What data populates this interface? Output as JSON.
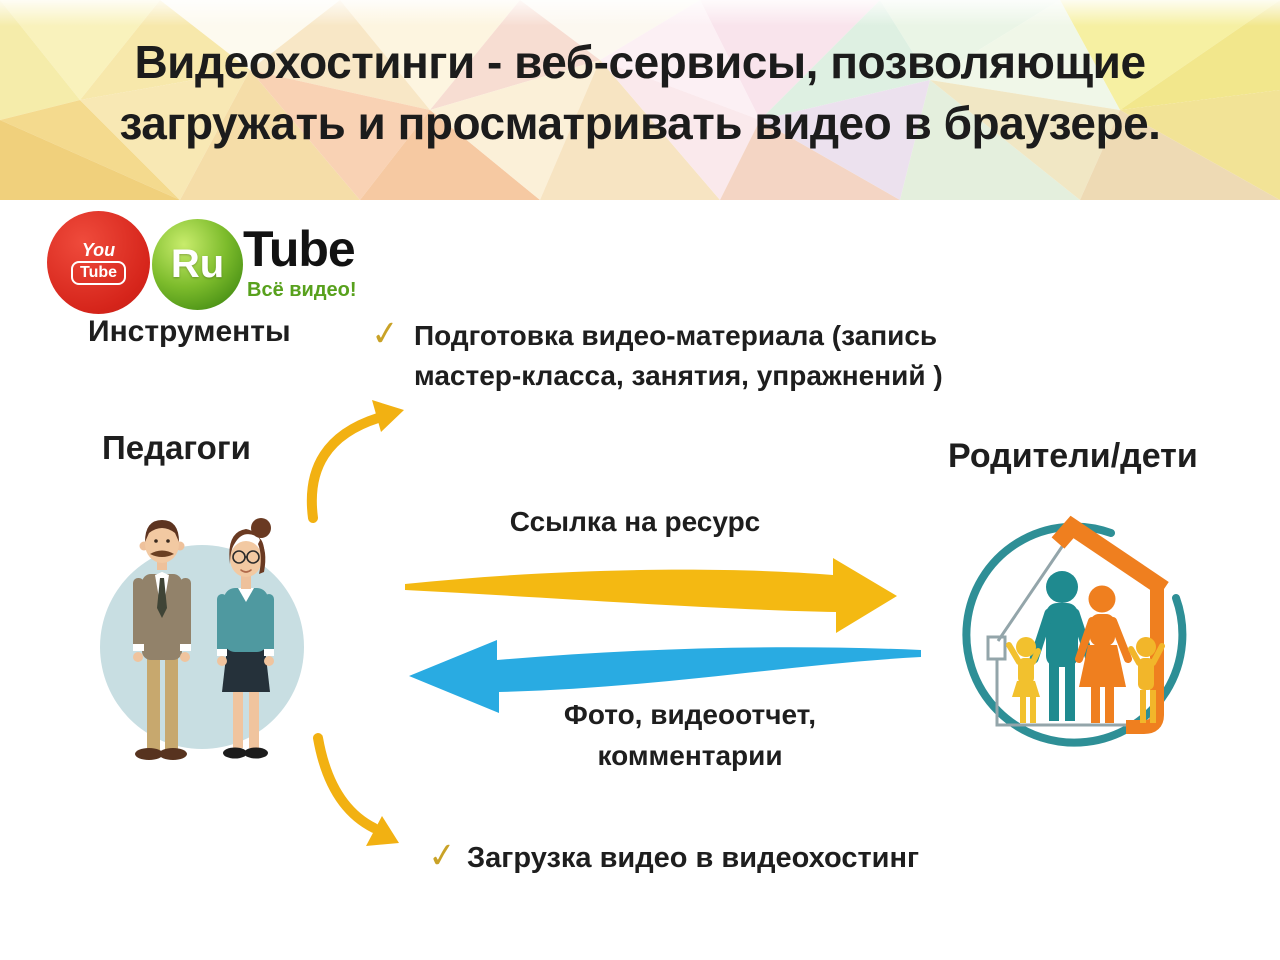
{
  "header": {
    "title_line1": "Видеохостинги - веб-сервисы, позволяющие",
    "title_line2": "загружать и просматривать видео в браузере."
  },
  "logos": {
    "youtube": {
      "you": "You",
      "tube": "Tube"
    },
    "rutube": {
      "ru": "Ru",
      "tube": "Tube",
      "tagline": "Всё видео!"
    }
  },
  "labels": {
    "tools": "Инструменты",
    "teachers": "Педагоги",
    "parents_children": "Родители/дети"
  },
  "checklist": [
    {
      "icon": "✓",
      "line1": "Подготовка видео-материала (запись",
      "line2": "мастер-класса, занятия, упражнений )"
    },
    {
      "icon": "✓",
      "text": "Загрузка видео в видеохостинг"
    }
  ],
  "flows": {
    "teachers_to_parents": "Ссылка на ресурс",
    "parents_to_teachers_line1": "Фото, видеоотчет,",
    "parents_to_teachers_line2": "комментарии"
  },
  "colors": {
    "arrow_yellow": "#F4B912",
    "arrow_blue": "#29ABE2",
    "check_gold": "#C9A227",
    "youtube_red": "#D6251B",
    "rutube_green": "#5FA91C",
    "family_teal": "#1F8A8F",
    "family_orange": "#EF7F1F",
    "family_kids_yellow": "#F2B62A"
  }
}
